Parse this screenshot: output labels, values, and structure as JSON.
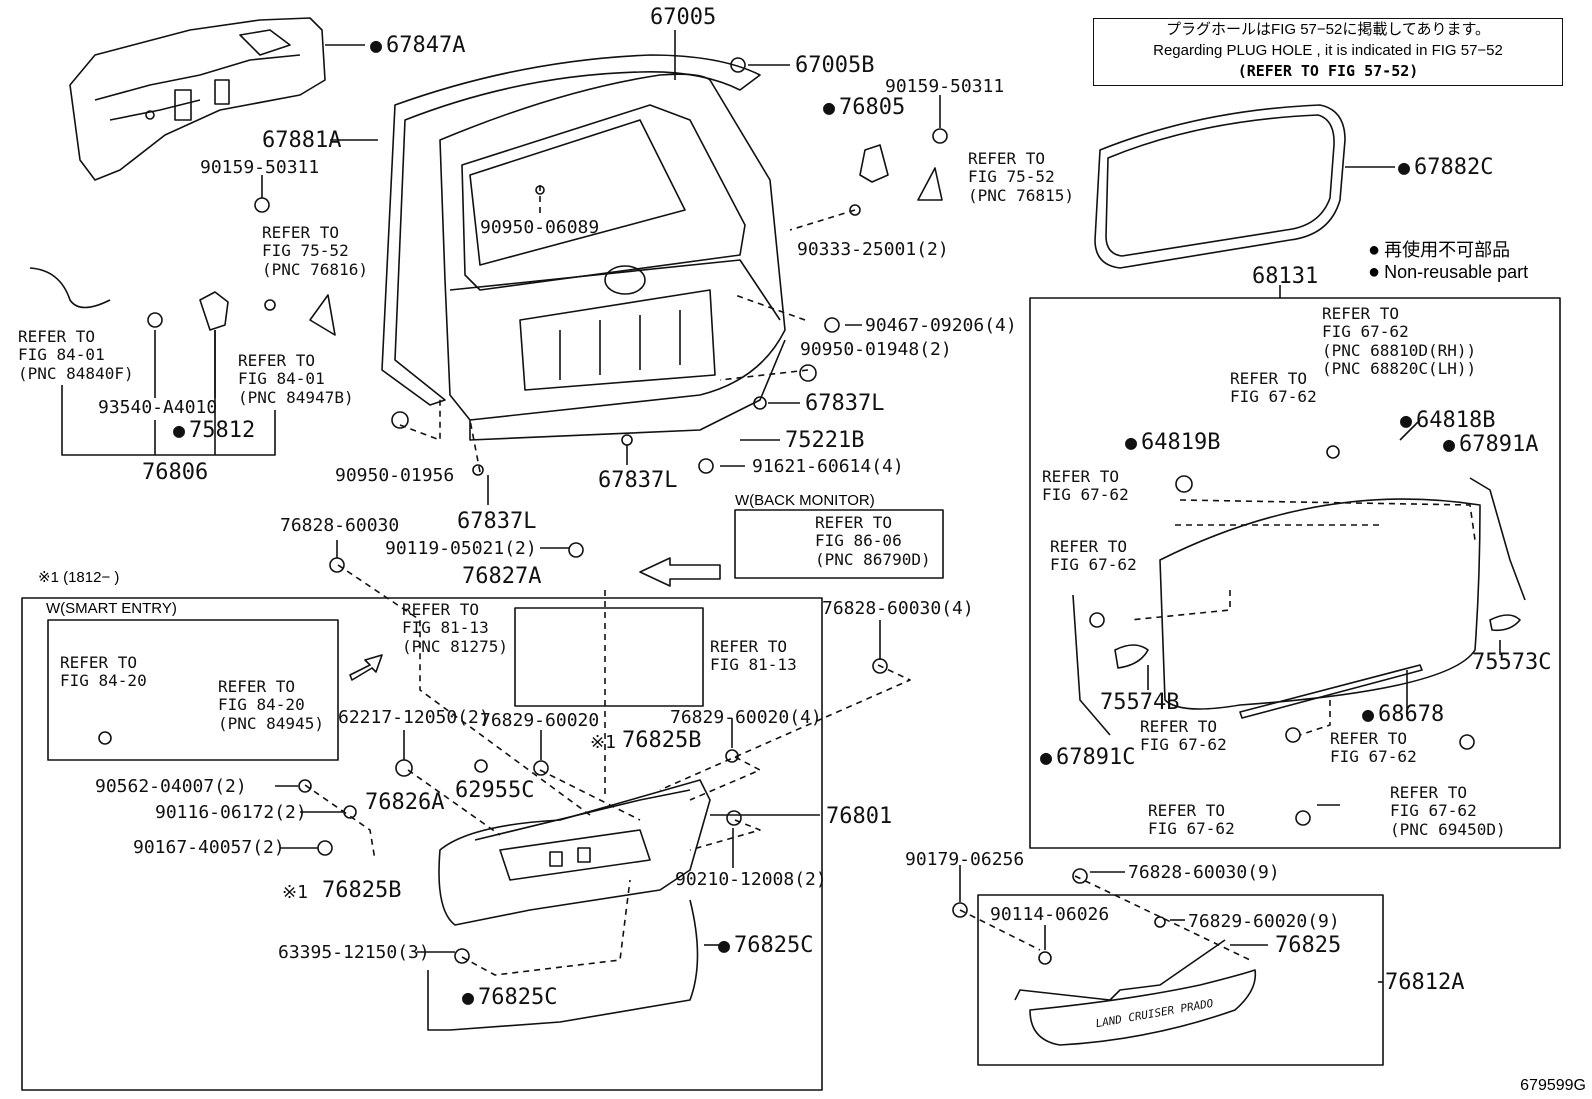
{
  "note": {
    "line1": "プラグホールはFIG 57−52に掲載してあります。",
    "line2": "Regarding  PLUG HOLE , it is indicated in FIG  57−52",
    "line3": "(REFER TO FIG 57-52)"
  },
  "legend": {
    "jp": "再使用不可部品",
    "en": "Non-reusable part"
  },
  "boxes": {
    "smart_entry": "W(SMART ENTRY)",
    "back_monitor": "W(BACK MONITOR)",
    "period": "※1 (1812−        )"
  },
  "parts": {
    "p67847A": "67847A",
    "p67005": "67005",
    "p67005B": "67005B",
    "p90159_top": "90159-50311",
    "p76805": "76805",
    "p67881A": "67881A",
    "p90159_left": "90159-50311",
    "p90950_06089": "90950-06089",
    "p90333": "90333-25001(2)",
    "p67882C": "67882C",
    "p68131": "68131",
    "p90467": "90467-09206(4)",
    "p90950_01948": "90950-01948(2)",
    "p93540": "93540-A4010",
    "p75812": "75812",
    "p76806": "76806",
    "p67837L_a": "67837L",
    "p75221B": "75221B",
    "p91621": "91621-60614(4)",
    "p90950_01956": "90950-01956",
    "p67837L_b": "67837L",
    "p67837L_c": "67837L",
    "p64818B": "64818B",
    "p64819B": "64819B",
    "p67891A": "67891A",
    "p76828_a": "76828-60030",
    "p90119": "90119-05021(2)",
    "p76827A": "76827A",
    "p76828_4": "76828-60030(4)",
    "p62217": "62217-12050(2)",
    "p76829_a": "76829-60020",
    "p76829_4": "76829-60020(4)",
    "p76825B_a": "76825B",
    "p90562": "90562-04007(2)",
    "p62955C": "62955C",
    "p90116": "90116-06172(2)",
    "p76826A": "76826A",
    "p76801": "76801",
    "p90167": "90167-40057(2)",
    "p76825B_b": "76825B",
    "p90210": "90210-12008(2)",
    "p63395": "63395-12150(3)",
    "p76825C_a": "76825C",
    "p76825C_b": "76825C",
    "p75574B": "75574B",
    "p75573C": "75573C",
    "p68678": "68678",
    "p67891C": "67891C",
    "p90179": "90179-06256",
    "p76828_9": "76828-60030(9)",
    "p90114": "90114-06026",
    "p76829_9": "76829-60020(9)",
    "p76825": "76825",
    "p76812A": "76812A",
    "mark1": "※1",
    "mark2": "※1"
  },
  "refs": {
    "r1": "REFER TO\nFIG 75-52\n(PNC 76816)",
    "r2": "REFER TO\nFIG 84-01\n(PNC 84840F)",
    "r3": "REFER TO\nFIG 84-01\n(PNC 84947B)",
    "r4": "REFER TO\nFIG 75-52\n(PNC 76815)",
    "r5": "REFER TO\nFIG 67-62\n(PNC 68810D(RH))\n(PNC 68820C(LH))",
    "r6": "REFER TO\nFIG 67-62",
    "r7": "REFER TO\nFIG 67-62",
    "r8": "REFER TO\nFIG 67-62",
    "r9": "REFER TO\nFIG 86-06\n(PNC 86790D)",
    "r10": "REFER TO\nFIG 84-20",
    "r11": "REFER TO\nFIG 84-20\n(PNC 84945)",
    "r12": "REFER TO\nFIG 81-13\n(PNC 81275)",
    "r13": "REFER TO\nFIG 81-13",
    "r14": "REFER TO\nFIG 67-62",
    "r15": "REFER TO\nFIG 67-62",
    "r16": "REFER TO\nFIG 67-62",
    "r17": "REFER TO\nFIG 67-62\n(PNC 69450D)"
  },
  "plate_text": "LAND CRUISER PRADO",
  "diagram_code": "679599G"
}
